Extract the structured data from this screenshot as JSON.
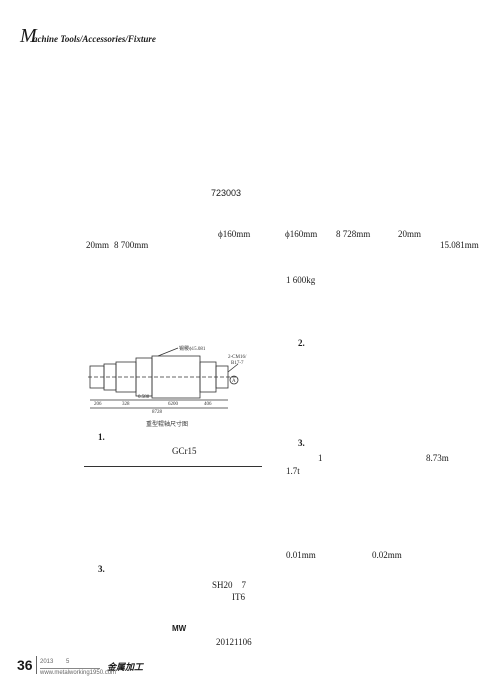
{
  "header": {
    "initial": "M",
    "rest": "achine Tools/Accessories/Fixture"
  },
  "body": {
    "postal_code": "723003",
    "dim_a": "ϕ160mm",
    "dim_b": "ϕ160mm",
    "len_a": "8 728mm",
    "size_a": "20mm",
    "size_b": "20mm",
    "len_b": "8 700mm",
    "dim_c": "15.081mm",
    "weight": "1 600kg",
    "sec2": "2.",
    "sec3_right": "3.",
    "num1": "1",
    "len_c": "8.73m",
    "weight2": "1.7t",
    "sec1": "1.",
    "material": "GCr15",
    "tol_a": "0.01mm",
    "tol_b": "0.02mm",
    "sec3_left": "3.",
    "code_a": "SH20　7",
    "grade": "IT6",
    "mw": "MW",
    "date": "20121106"
  },
  "figure": {
    "label_top": "锡稷ϕ15.081",
    "label_right": "2-CM16/",
    "label_right2": "B17-7",
    "label_a": "A",
    "dims_row1": [
      "206",
      "328",
      "0.588",
      "6200",
      "406"
    ],
    "dim_total": "8728",
    "caption": "重型辊轴尺寸图"
  },
  "footer": {
    "page": "36",
    "year": "2013",
    "issue": "5",
    "url": "www.metalworking1950.com",
    "brand": "金属加工"
  }
}
